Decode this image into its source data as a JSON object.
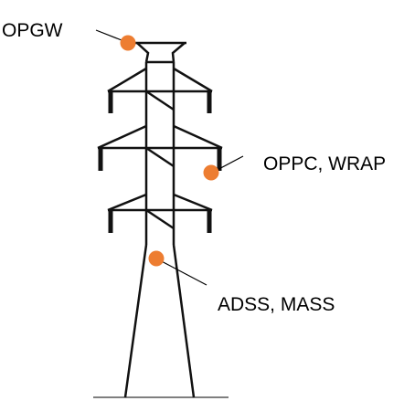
{
  "labels": {
    "opgw": "OPGW",
    "oppc_wrap": "OPPC, WRAP",
    "adss_mass": "ADSS, MASS"
  },
  "colors": {
    "marker": "#ED7D31",
    "structure": "#111111",
    "ground": "#7F7F7F"
  },
  "icons": {
    "marker": "filled-circle",
    "tower": "lattice-transmission-tower"
  }
}
